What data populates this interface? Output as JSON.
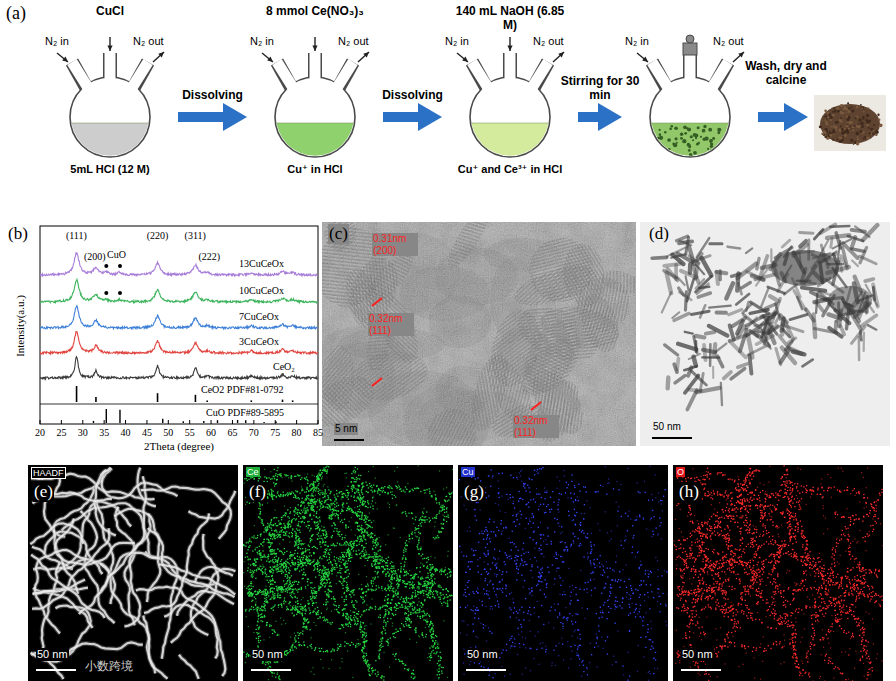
{
  "diagram": {
    "nodes": [
      {
        "text": [
          "CuCl",
          "N₂ in",
          "N₂ out",
          "5mL HCl (12 M)"
        ]
      },
      {
        "text": [
          "8 mmol Ce(NO₃)₃",
          "N₂ in",
          "N₂ out",
          "Cu⁺ in HCl"
        ]
      },
      {
        "text": [
          "140 mL NaOH (6.85 M)",
          "N₂ in",
          "N₂ out",
          "Cu⁺ and Ce³⁺ in HCl"
        ]
      },
      {
        "text": [
          "N₂ in",
          "N₂ out"
        ]
      }
    ],
    "edges": [
      {
        "from": 0,
        "to": 1,
        "arrow": "to",
        "label": "Dissolving"
      },
      {
        "from": 1,
        "to": 2,
        "arrow": "to",
        "label": "Dissolving"
      },
      {
        "from": 2,
        "to": 3,
        "arrow": "to",
        "label": "Stirring for 30 min"
      }
    ],
    "labels": [
      "(a)",
      "Wash, dry and calcine",
      "(b)",
      "(111)",
      "(200)",
      "CuO",
      "(220)",
      "(311)",
      "(222)",
      "13CuCeOx",
      "10CuCeOx",
      "7CuCeOx",
      "3CuCeOx",
      "CeO₂",
      "CeO2 PDF#81-0792",
      "CuO PDF#89-5895",
      "Intensity(a.u.)",
      "2Theta (degree)",
      "20",
      "25",
      "30",
      "35",
      "40",
      "45",
      "50",
      "55",
      "60",
      "65",
      "70",
      "75",
      "80",
      "85",
      "(c)",
      "0.31nm (200)",
      "0.32nm (111)",
      "0.32nm (111)",
      "5 nm",
      "(d)",
      "50 nm",
      "HAADF",
      "(e)",
      "50 nm",
      "Ce",
      "(f)",
      "50 nm",
      "Cu",
      "(g)",
      "50 nm",
      "O",
      "(h)",
      "50 nm",
      "小数跨境"
    ]
  }
}
